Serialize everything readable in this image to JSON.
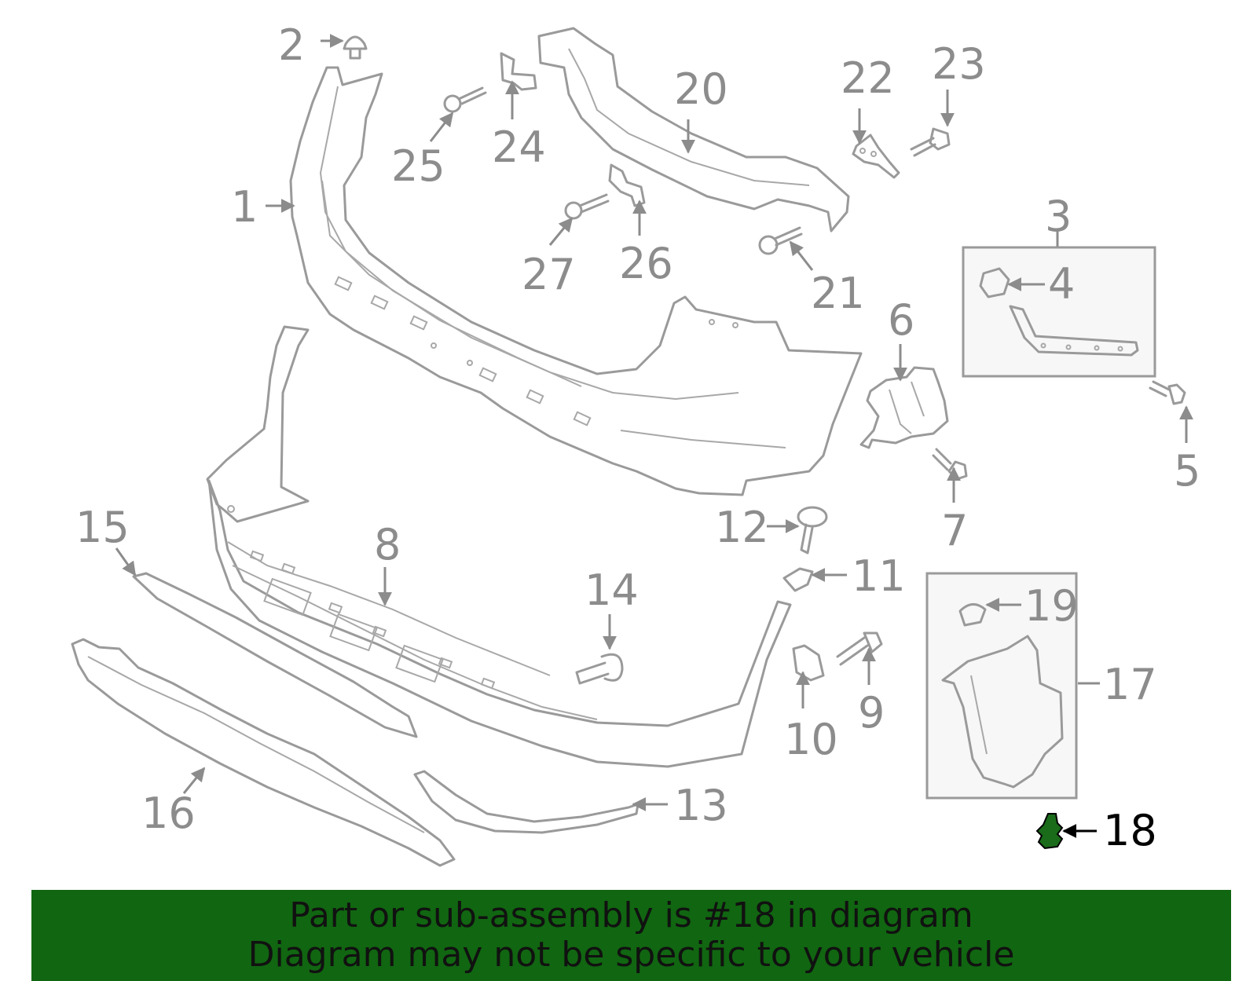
{
  "callouts": {
    "n1": "1",
    "n2": "2",
    "n3": "3",
    "n4": "4",
    "n5": "5",
    "n6": "6",
    "n7": "7",
    "n8": "8",
    "n9": "9",
    "n10": "10",
    "n11": "11",
    "n12": "12",
    "n13": "13",
    "n14": "14",
    "n15": "15",
    "n16": "16",
    "n17": "17",
    "n18": "18",
    "n19": "19",
    "n20": "20",
    "n21": "21",
    "n22": "22",
    "n23": "23",
    "n24": "24",
    "n25": "25",
    "n26": "26",
    "n27": "27"
  },
  "highlighted_part": "18",
  "banner": {
    "line1": "Part or sub-assembly is #18 in diagram",
    "line2": "Diagram may not be specific to your vehicle"
  },
  "colors": {
    "banner_bg": "#116611",
    "highlight_part": "#1a6b1a",
    "line_art": "#9a9a9a",
    "label_text": "#8c8c8c"
  }
}
